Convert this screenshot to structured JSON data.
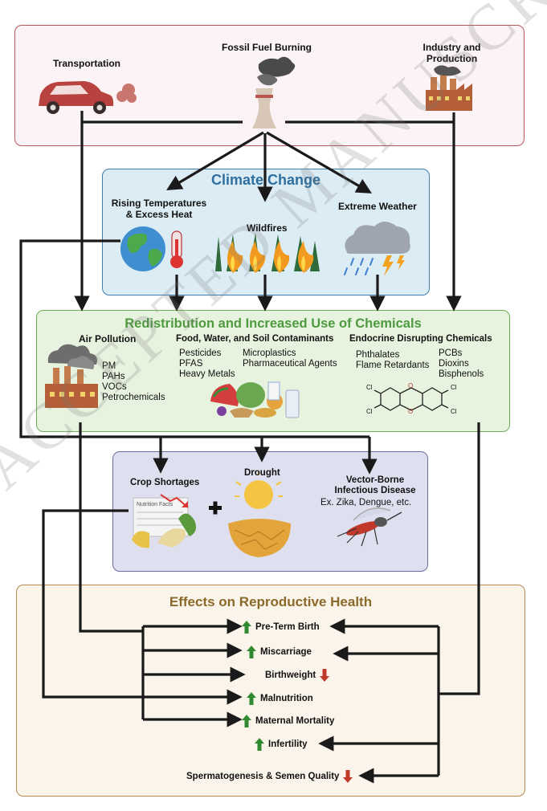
{
  "sources": {
    "transportation": "Transportation",
    "fossil": "Fossil Fuel Burning",
    "industry_line1": "Industry and",
    "industry_line2": "Production"
  },
  "climate": {
    "title": "Climate Change",
    "rising_line1": "Rising Temperatures",
    "rising_line2": "& Excess Heat",
    "wildfires": "Wildfires",
    "extreme": "Extreme Weather"
  },
  "chemicals": {
    "title": "Redistribution and Increased Use of Chemicals",
    "air": {
      "heading": "Air Pollution",
      "items": [
        "PM",
        "PAHs",
        "VOCs",
        "Petrochemicals"
      ]
    },
    "food": {
      "heading": "Food, Water, and Soil Contaminants",
      "col1": [
        "Pesticides",
        "PFAS",
        "Heavy Metals"
      ],
      "col2": [
        "Microplastics",
        "Pharmaceutical Agents"
      ]
    },
    "edc": {
      "heading": "Endocrine Disrupting Chemicals",
      "col1": [
        "Phthalates",
        "Flame Retardants"
      ],
      "col2": [
        "PCBs",
        "Dioxins",
        "Bisphenols"
      ],
      "atom_cl": "Cl",
      "atom_o": "O"
    }
  },
  "secondary": {
    "crop": "Crop Shortages",
    "nutrition_label": "Nutrition Facts",
    "drought": "Drought",
    "vector_line1": "Vector-Borne",
    "vector_line2": "Infectious Disease",
    "vector_example": "Ex. Zika, Dengue, etc."
  },
  "effects": {
    "title": "Effects on Reproductive Health",
    "outcomes": [
      {
        "label": "Pre-Term Birth",
        "direction": "up"
      },
      {
        "label": "Miscarriage",
        "direction": "up"
      },
      {
        "label": "Birthweight",
        "direction": "down"
      },
      {
        "label": "Malnutrition",
        "direction": "up"
      },
      {
        "label": "Maternal Mortality",
        "direction": "up"
      },
      {
        "label": "Infertility",
        "direction": "up"
      },
      {
        "label": "Spermatogenesis & Semen Quality",
        "direction": "down"
      }
    ]
  },
  "watermark": "ACCEPTED MANUSCRIPT",
  "colors": {
    "sources_fill": "#fbf3f5",
    "sources_border": "#b5575f",
    "climate_fill": "#dcecf5",
    "climate_border": "#3f7fb0",
    "climate_title": "#2f6f9f",
    "chem_fill": "#e7f3df",
    "chem_border": "#6fae55",
    "chem_title": "#4e9a3e",
    "secondary_fill": "#dfe0ef",
    "secondary_border": "#6a6c9a",
    "effects_fill": "#fbf4ea",
    "effects_border": "#b48a50",
    "effects_title": "#8a6a2a",
    "arrow": "#1a1a1a",
    "up_arrow": "#2f8a2f",
    "down_arrow": "#c0392b"
  }
}
